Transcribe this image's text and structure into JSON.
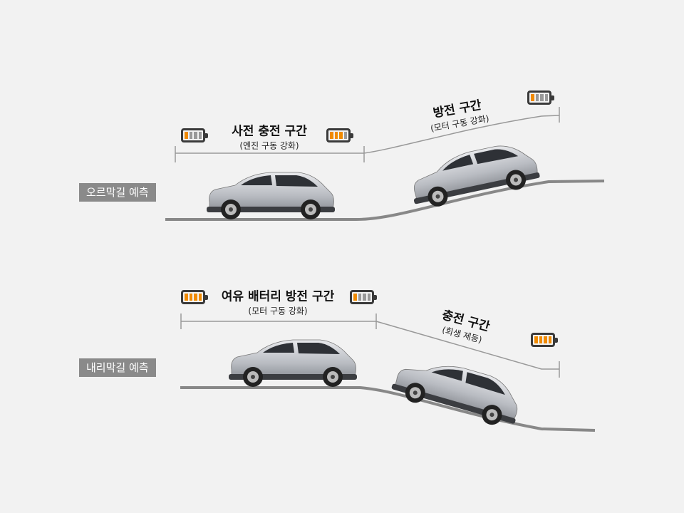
{
  "uphill": {
    "label": "오르막길 예측",
    "section1": {
      "title": "사전 충전 구간",
      "subtitle": "(엔진 구동 강화)"
    },
    "section2": {
      "title": "방전 구간",
      "subtitle": "(모터 구동 강화)"
    },
    "battery_levels": [
      1,
      3,
      1
    ]
  },
  "downhill": {
    "label": "내리막길 예측",
    "section1": {
      "title": "여유 배터리 방전 구간",
      "subtitle": "(모터 구동 강화)"
    },
    "section2": {
      "title": "충전 구간",
      "subtitle": "(회생 제동)"
    },
    "battery_levels": [
      4,
      1,
      4
    ]
  },
  "colors": {
    "charge": "#f08a00",
    "empty": "#999999",
    "road": "#888888",
    "tag": "#8a8a8a"
  }
}
